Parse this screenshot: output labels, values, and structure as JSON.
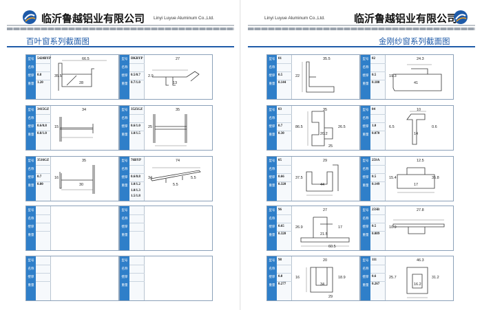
{
  "header": {
    "company_cn": "临沂鲁越铝业有限公司",
    "company_en": "Linyi Luyue Aluminum Co.,Ltd."
  },
  "left": {
    "section_title": "百叶窗系列截面图",
    "cards": [
      {
        "code": "5420BYP",
        "thk": "0.8",
        "wt": "1.20",
        "dims": [
          "66.5",
          "35.5",
          "28"
        ]
      },
      {
        "code": "DKBYP",
        "thk": "0.5/0.7",
        "wt": "0.7/1.0",
        "dims": [
          "27",
          "2.9",
          "13"
        ]
      },
      {
        "code": "3415GZ",
        "thk": "0.6/0.8",
        "wt": "0.8/1.0",
        "dims": [
          "34",
          "15"
        ]
      },
      {
        "code": "3525GZ",
        "thk": "0.6/1.0",
        "wt": "1.0/1.5",
        "dims": [
          "35",
          "25"
        ]
      },
      {
        "code": "3516GZ",
        "thk": "0.7",
        "wt": "0.80",
        "dims": [
          "35",
          "16",
          "30"
        ]
      },
      {
        "code": "76BYP",
        "thk": "0.6/0.8",
        "wt": "1.0/1.2",
        "wt2": "1.0/1.3",
        "wt3": "1.5/1.8",
        "dims": [
          "74",
          "34",
          "5.5",
          "5.5"
        ]
      },
      {
        "code": "",
        "thk": "",
        "wt": "",
        "dims": []
      },
      {
        "code": "",
        "thk": "",
        "wt": "",
        "dims": []
      },
      {
        "code": "",
        "thk": "",
        "wt": "",
        "dims": []
      },
      {
        "code": "",
        "thk": "",
        "wt": "",
        "dims": []
      }
    ]
  },
  "right": {
    "section_title": "金刚纱窗系列截面图",
    "cards": [
      {
        "code": "01",
        "thk": "0.5",
        "wt": "0.144",
        "dims": [
          "35.5",
          "22"
        ]
      },
      {
        "code": "02",
        "thk": "0.5",
        "wt": "0.180",
        "dims": [
          "24.3",
          "19.3",
          "41"
        ]
      },
      {
        "code": "03",
        "thk": "0.7",
        "wt": "0.30",
        "dims": [
          "35",
          "86.5",
          "20.2",
          "26.5",
          "25"
        ]
      },
      {
        "code": "04",
        "thk": "1.0",
        "wt": "0.070",
        "dims": [
          "10",
          "6.5",
          "14",
          "0.6"
        ]
      },
      {
        "code": "05",
        "thk": "0.66",
        "wt": "0.320",
        "dims": [
          "29",
          "37.5",
          "44"
        ]
      },
      {
        "code": "25SA",
        "thk": "0.5",
        "wt": "0.149",
        "dims": [
          "12.5",
          "15.4",
          "17",
          "35.8"
        ]
      },
      {
        "code": "96",
        "thk": "0.65",
        "wt": "0.320",
        "dims": [
          "27",
          "26.9",
          "21.5",
          "17",
          "60.5"
        ]
      },
      {
        "code": "25SB",
        "thk": "0.5",
        "wt": "0.089",
        "dims": [
          "27.8",
          "10.9"
        ]
      },
      {
        "code": "98",
        "thk": "0.8",
        "wt": "0.277",
        "dims": [
          "20",
          "16",
          "34",
          "18.9",
          "29"
        ]
      },
      {
        "code": "111",
        "thk": "0.6",
        "wt": "0.267",
        "dims": [
          "46.3",
          "25.7",
          "16.2",
          "31.2"
        ]
      }
    ]
  },
  "field_labels": {
    "model": "型号",
    "name": "名称",
    "thickness": "壁厚",
    "weight": "重量"
  }
}
